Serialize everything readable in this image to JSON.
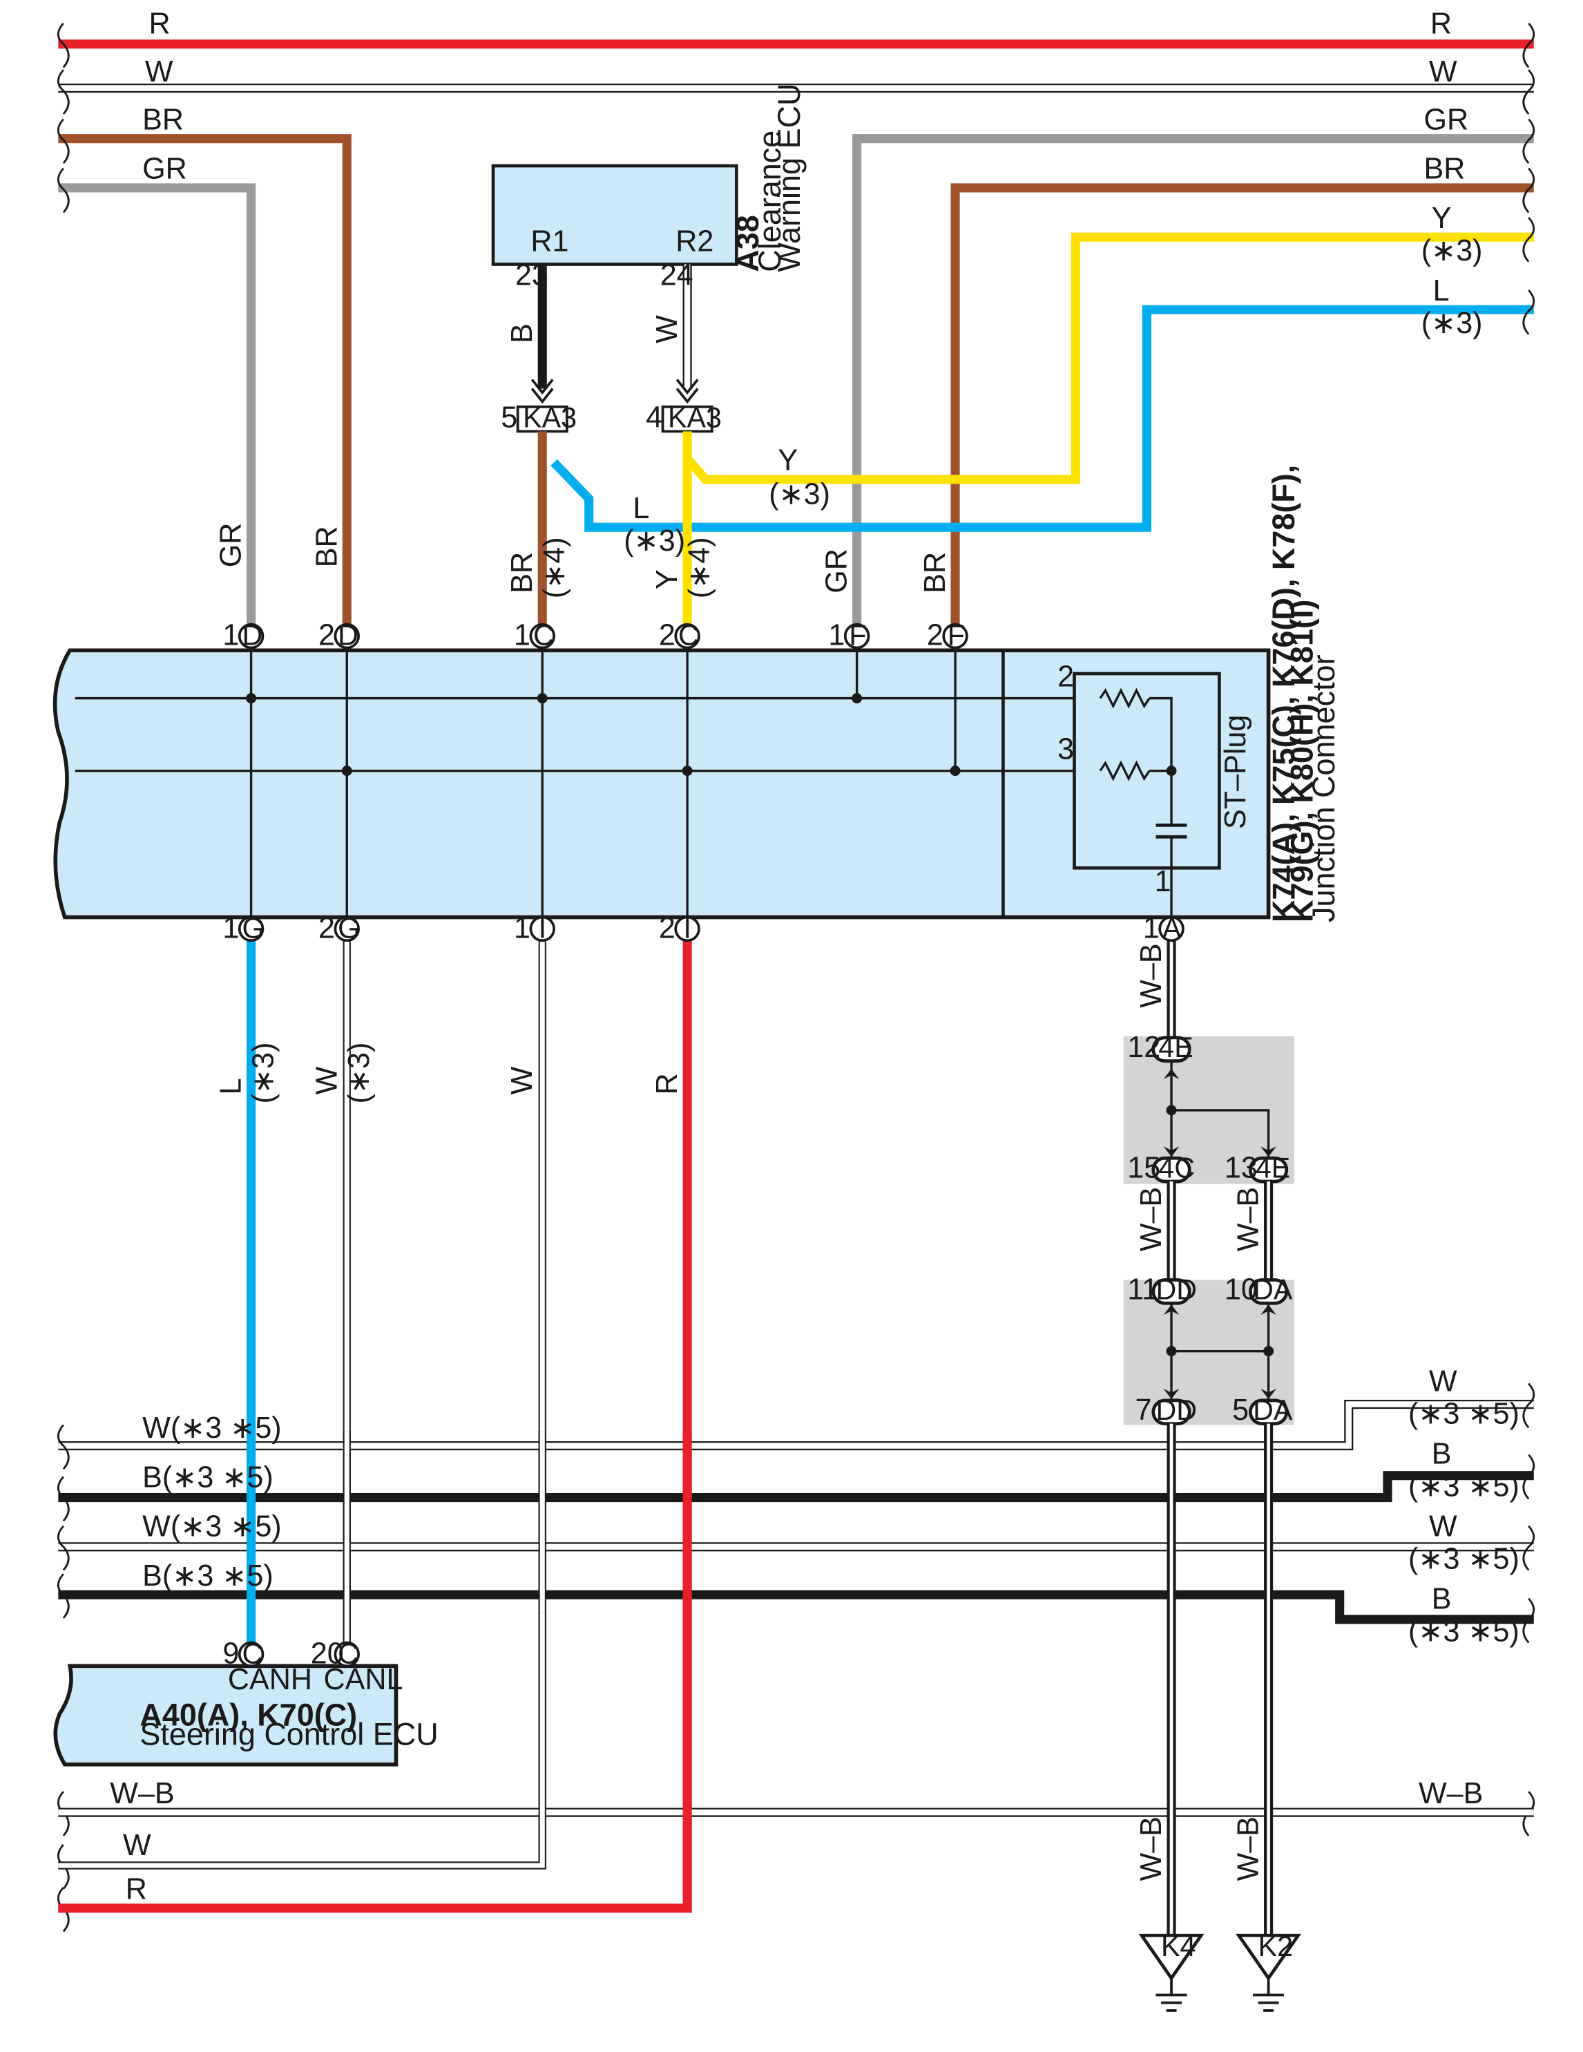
{
  "colors": {
    "R": "#e8202a",
    "W": "#ffffff",
    "BR": "#a0522d",
    "GR": "#9a9a9a",
    "Y": "#ffe100",
    "L": "#00aeef",
    "B": "#1a1a1a",
    "WB": "#ffffff",
    "box_fill": "#cce9f8",
    "splice_fill": "#d4d4d4"
  },
  "top_wires": {
    "r_left": "R",
    "r_right": "R",
    "w_left": "W",
    "w_right": "W",
    "br_left": "BR",
    "gr_left": "GR",
    "gr_right": "GR",
    "br_right": "BR",
    "y_right": "Y",
    "y_right_note": "(∗3)",
    "l_right": "L",
    "l_right_note": "(∗3)"
  },
  "a38": {
    "code": "A38",
    "name_line1": "Clearance",
    "name_line2": "Warning ECU",
    "pin_r1": "R1",
    "pin_r2": "R2",
    "num_r1": "23",
    "num_r2": "24",
    "wire_r1": "B",
    "wire_r2": "W"
  },
  "ka3": {
    "label": "KA3",
    "pin_left": "5",
    "pin_right": "4"
  },
  "mid_wires": {
    "y_label": "Y",
    "y_note": "(∗3)",
    "l_label": "L",
    "l_note": "(∗3)",
    "gr_d1": "GR",
    "br_d2": "BR",
    "br_c1": "BR",
    "br_c1_note": "(∗4)",
    "y_c2": "Y",
    "y_c2_note": "(∗4)",
    "gr_f1": "GR",
    "br_f2": "BR"
  },
  "junction": {
    "top_pins": [
      {
        "num": "1",
        "letter": "D"
      },
      {
        "num": "2",
        "letter": "D"
      },
      {
        "num": "1",
        "letter": "C"
      },
      {
        "num": "2",
        "letter": "C"
      },
      {
        "num": "1",
        "letter": "F"
      },
      {
        "num": "2",
        "letter": "F"
      }
    ],
    "bottom_pins": [
      {
        "num": "1",
        "letter": "G"
      },
      {
        "num": "2",
        "letter": "G"
      },
      {
        "num": "1",
        "letter": "I"
      },
      {
        "num": "2",
        "letter": "I"
      },
      {
        "num": "1",
        "letter": "A"
      }
    ],
    "label_line1": "K74(A), K75(C), K76(D), K78(F),",
    "label_line2": "K79(G), K80(H), K81(I)",
    "label_line3": "Junction Connector",
    "st_plug": "ST–Plug",
    "st_pin2": "2",
    "st_pin3": "3",
    "st_pin1": "1"
  },
  "lower_wires": {
    "l_g1": "L",
    "l_g1_note": "(∗3)",
    "w_g2": "W",
    "w_g2_note": "(∗3)",
    "w_i1": "W",
    "r_i2": "R",
    "wb_a1": "W–B"
  },
  "splice_top": {
    "p12": "12",
    "c12": "4E",
    "p15": "15",
    "c15": "4C",
    "p13": "13",
    "c13": "4E"
  },
  "splice_mid_labels": {
    "wb_left": "W–B",
    "wb_right": "W–B"
  },
  "splice_bottom": {
    "p11": "11",
    "c11": "DD",
    "p10": "10",
    "c10": "DA",
    "p7": "7",
    "c7": "DD",
    "p5": "5",
    "c5": "DA"
  },
  "can_wires": {
    "w1_left": "W(∗3 ∗5)",
    "b1_left": "B(∗3 ∗5)",
    "w2_left": "W(∗3 ∗5)",
    "b2_left": "B(∗3 ∗5)",
    "w1_right": "W",
    "w1_right_note": "(∗3 ∗5)",
    "b1_right": "B",
    "b1_right_note": "(∗3 ∗5)",
    "w2_right": "W",
    "w2_right_note": "(∗3 ∗5)",
    "b2_right": "B",
    "b2_right_note": "(∗3 ∗5)"
  },
  "steering_ecu": {
    "pin_canh_num": "9",
    "pin_canh_letter": "C",
    "pin_canl_num": "20",
    "pin_canl_letter": "C",
    "canh": "CANH",
    "canl": "CANL",
    "code": "A40(A), K70(C)",
    "name": "Steering Control ECU"
  },
  "bottom_wires": {
    "wb_left": "W–B",
    "wb_right": "W–B",
    "w_left": "W",
    "r_left": "R",
    "wb_k4": "W–B",
    "wb_k2": "W–B"
  },
  "grounds": {
    "k4": "K4",
    "k2": "K2"
  }
}
